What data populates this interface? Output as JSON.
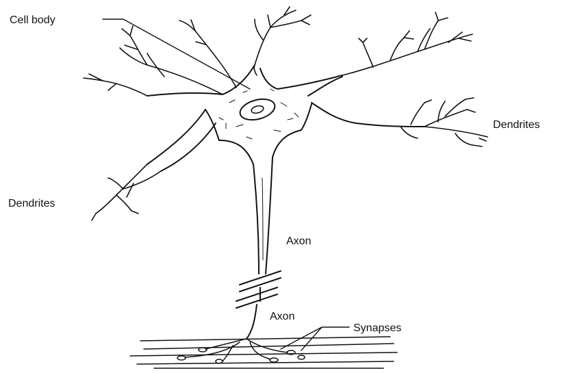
{
  "labels": {
    "cell_body": "Cell body",
    "dendrites_right": "Dendrites",
    "dendrites_left": "Dendrites",
    "axon_upper": "Axon",
    "axon_lower": "Axon",
    "synapses": "Synapses"
  },
  "colors": {
    "ink": "#111111",
    "background": "#ffffff"
  }
}
